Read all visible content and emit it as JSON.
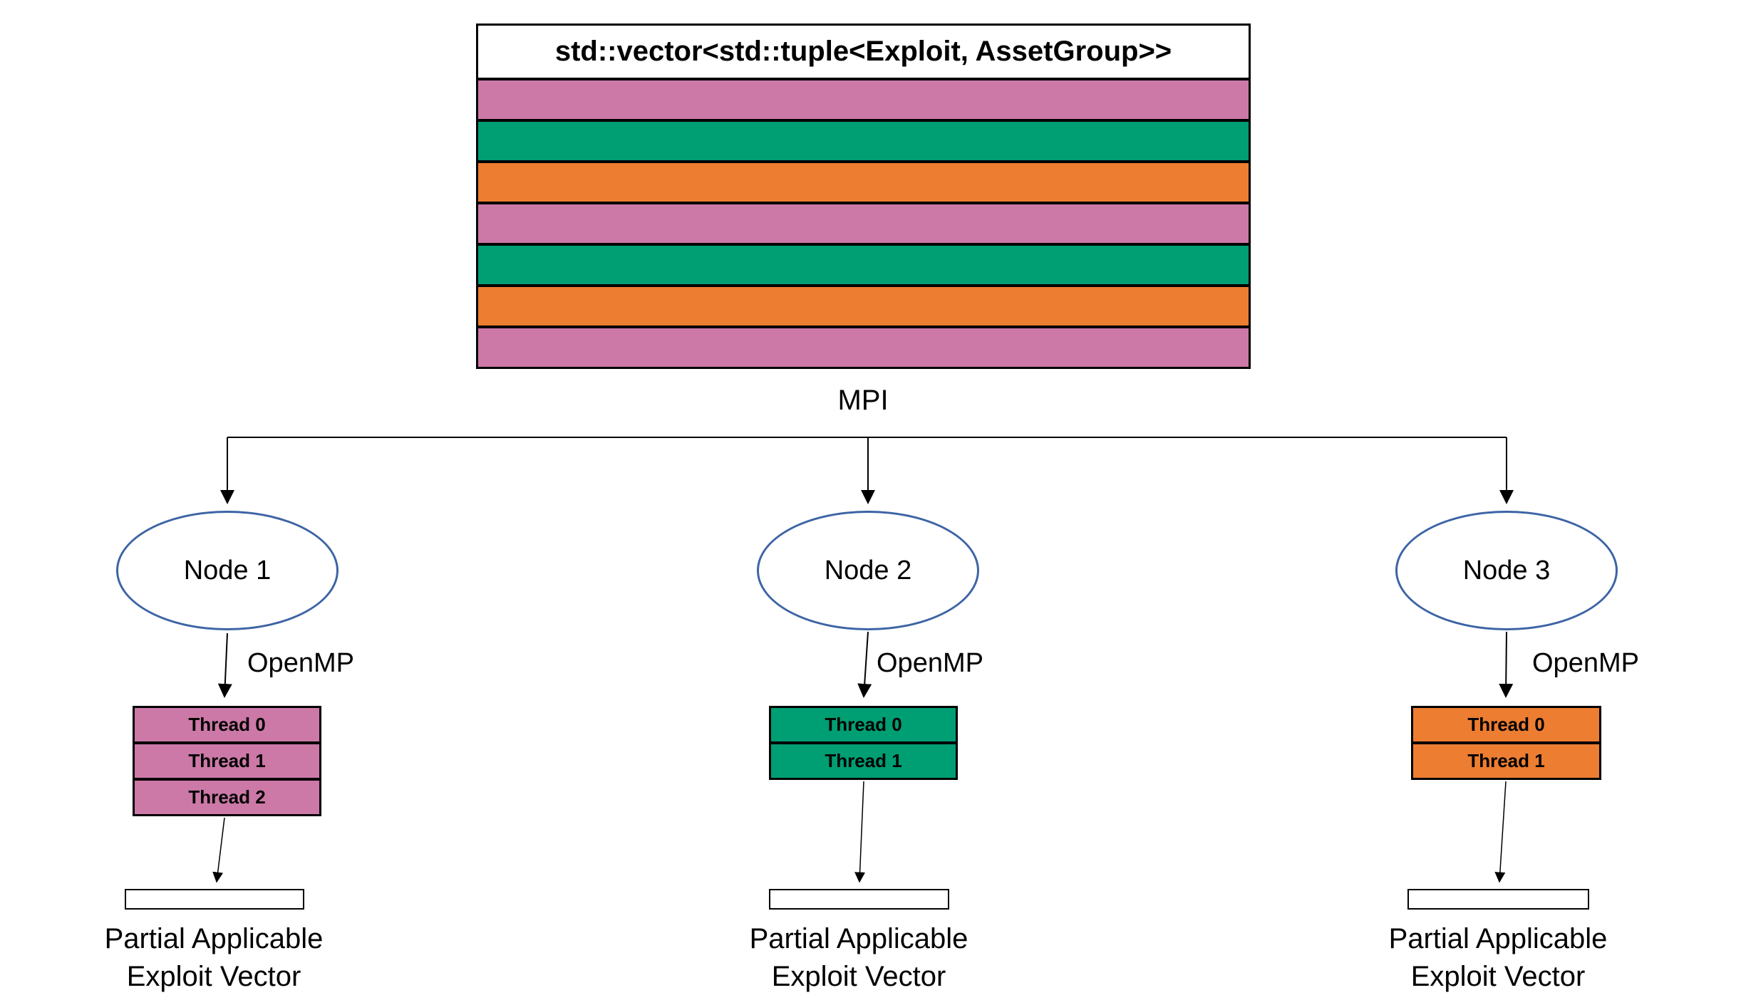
{
  "diagram": {
    "vector_box": {
      "title": "std::vector<std::tuple<Exploit, AssetGroup>>",
      "stripes": [
        "#CC79A7",
        "#009E73",
        "#ED7D31",
        "#CC79A7",
        "#009E73",
        "#ED7D31",
        "#CC79A7"
      ]
    },
    "mpi_label": "MPI",
    "nodes": [
      {
        "label": "Node 1",
        "openmp_label": "OpenMP",
        "color": "#CC79A7",
        "threads": [
          "Thread 0",
          "Thread 1",
          "Thread 2"
        ],
        "caption_line1": "Partial Applicable",
        "caption_line2": "Exploit Vector"
      },
      {
        "label": "Node 2",
        "openmp_label": "OpenMP",
        "color": "#009E73",
        "threads": [
          "Thread 0",
          "Thread 1"
        ],
        "caption_line1": "Partial Applicable",
        "caption_line2": "Exploit Vector"
      },
      {
        "label": "Node 3",
        "openmp_label": "OpenMP",
        "color": "#ED7D31",
        "threads": [
          "Thread 0",
          "Thread 1"
        ],
        "caption_line1": "Partial Applicable",
        "caption_line2": "Exploit Vector"
      }
    ],
    "colors": {
      "node_outline": "#3D64A5",
      "connector": "#000000",
      "background": "#FFFFFF"
    }
  }
}
